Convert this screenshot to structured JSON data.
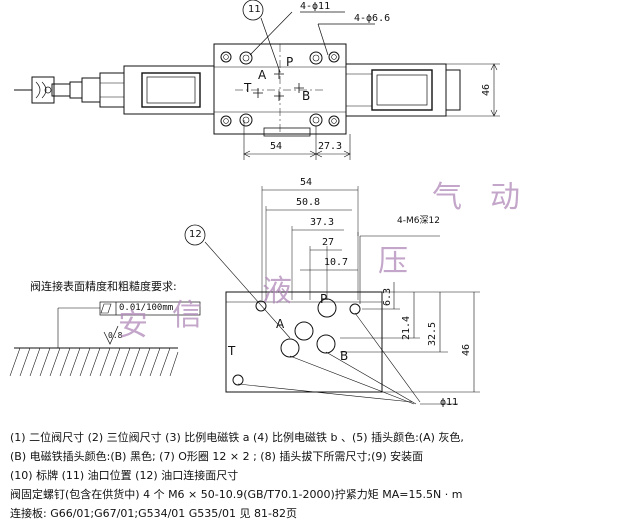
{
  "top_view": {
    "callout": "11",
    "holes_large": "4-ϕ11",
    "holes_small": "4-ϕ6.6",
    "port_a": "A",
    "port_b": "B",
    "port_p": "P",
    "port_t": "T",
    "dim_height": "46",
    "dim_54": "54",
    "dim_27_3": "27.3"
  },
  "mount_view": {
    "callout": "12",
    "holes_note": "4-M6深12",
    "dim_54": "54",
    "dim_50_8": "50.8",
    "dim_37_3": "37.3",
    "dim_27": "27",
    "dim_10_7": "10.7",
    "dim_6_3": "6.3",
    "dim_21_4": "21.4",
    "dim_32_5": "32.5",
    "dim_46": "46",
    "port_a": "A",
    "port_b": "B",
    "port_p": "P",
    "port_t": "T",
    "hole_dia": "ϕ11"
  },
  "surface": {
    "title": "阀连接表面精度和粗糙度要求:",
    "flatness": "0.01/100mm",
    "roughness": "0.8"
  },
  "watermark": [
    "安",
    "信",
    "液",
    "压",
    "气",
    "动"
  ],
  "notes": [
    "(1) 二位阀尺寸   (2) 三位阀尺寸  (3) 比例电磁铁 a  (4) 比例电磁铁 b 、(5) 插头颜色:(A) 灰色,",
    "(B) 电磁铁插头颜色:(B) 黑色;  (7) O形圈 12 × 2 ;  (8) 插头拔下所需尺寸;(9) 安装面",
    "(10) 标牌  (11) 油口位置  (12) 油口连接面尺寸",
    "阀固定螺钉(包含在供货中) 4 个 M6 × 50-10.9(GB/T70.1-2000)拧紧力矩 MA=15.5N · m",
    "连接板: G66/01;G67/01;G534/01      G535/01 见 81-82页"
  ]
}
